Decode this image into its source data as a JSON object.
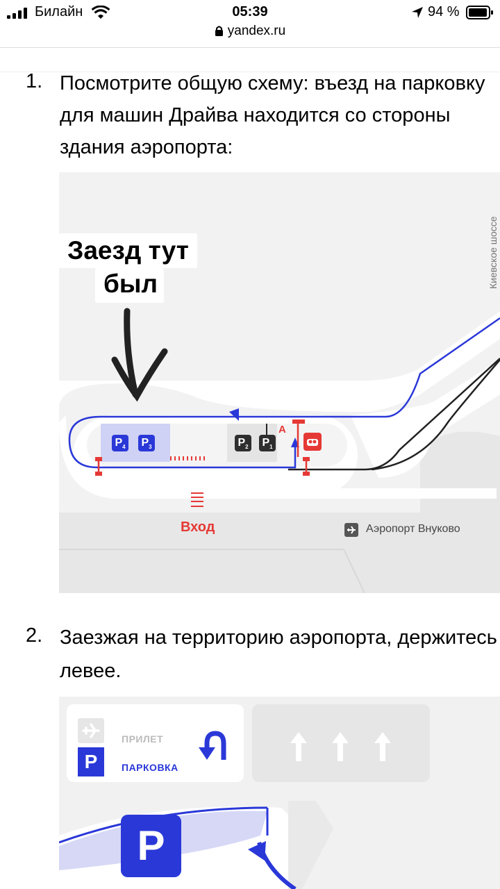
{
  "status_bar": {
    "carrier": "Билайн",
    "time": "05:39",
    "battery_percent": "94 %",
    "url": "yandex.ru"
  },
  "steps": [
    {
      "number": "1.",
      "lines": [
        "Посмотрите общую схему: въезд на парковку",
        "для машин Драйва находится со стороны",
        "здания аэропорта:"
      ]
    },
    {
      "number": "2.",
      "lines": [
        "Заезжая на территорию аэропорта, держитесь",
        "левее."
      ]
    }
  ],
  "map1": {
    "annotation_line1": "Заезд тут",
    "annotation_line2": "был",
    "road_label": "Киевское шоссе",
    "entrance_label": "Вход",
    "airport_label": "Аэропорт Внуково",
    "marker_a": "А",
    "parking_labels": [
      "P",
      "P",
      "P",
      "P"
    ],
    "parking_subs": [
      "4",
      "3",
      "2",
      "1"
    ],
    "colors": {
      "route": "#2a38d8",
      "red": "#e53935",
      "parking_blue": "#2a38d8"
    }
  },
  "map2": {
    "arrival_label": "ПРИЛЕТ",
    "parking_label": "ПАРКОВКА",
    "parking_letter": "P",
    "big_parking_letter": "P"
  }
}
